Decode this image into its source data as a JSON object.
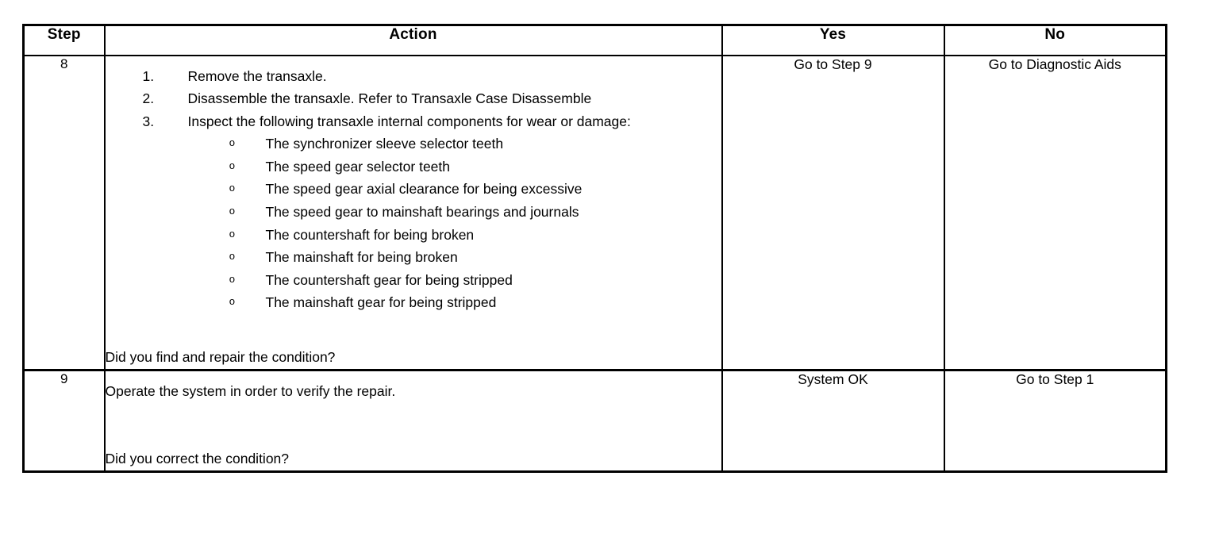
{
  "table": {
    "headers": {
      "step": "Step",
      "action": "Action",
      "yes": "Yes",
      "no": "No"
    },
    "rows": [
      {
        "step": "8",
        "numbered_items": [
          {
            "marker": "1.",
            "text": "Remove the transaxle."
          },
          {
            "marker": "2.",
            "text": "Disassemble the transaxle. Refer to Transaxle Case Disassemble"
          },
          {
            "marker": "3.",
            "text": "Inspect the following transaxle internal components for wear or damage:"
          }
        ],
        "bullet_marker": "o",
        "bullet_items": [
          "The synchronizer sleeve selector teeth",
          "The speed gear selector teeth",
          "The speed gear axial clearance for being excessive",
          "The speed gear to mainshaft bearings and journals",
          "The countershaft for being broken",
          "The mainshaft for being broken",
          "The countershaft gear for being stripped",
          "The mainshaft gear for being stripped"
        ],
        "question": "Did you find and repair the condition?",
        "yes": "Go to Step 9",
        "no": "Go to Diagnostic Aids"
      },
      {
        "step": "9",
        "instruction": "Operate the system in order to verify the repair.",
        "question": "Did you correct the condition?",
        "yes": "System OK",
        "no": "Go to Step 1"
      }
    ]
  },
  "colors": {
    "border": "#000000",
    "text": "#000000",
    "background": "#ffffff"
  }
}
